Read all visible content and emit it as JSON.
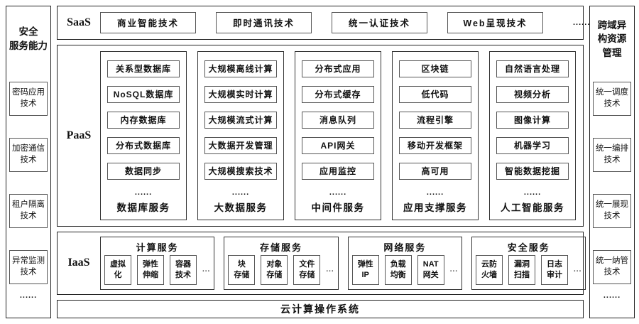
{
  "colors": {
    "frame_border": "#222222",
    "item_border": "#555555",
    "text": "#111111",
    "background": "#ffffff"
  },
  "left_sidebar": {
    "title": "安全\n服务能力",
    "items": [
      "密码应用\n技术",
      "加密通信\n技术",
      "租户隔离\n技术",
      "异常监测\n技术"
    ],
    "ellipsis": "......"
  },
  "right_sidebar": {
    "title": "跨域异\n构资源\n管理",
    "items": [
      "统一调度\n技术",
      "统一编排\n技术",
      "统一展现\n技术",
      "统一纳管\n技术"
    ],
    "ellipsis": "......"
  },
  "saas": {
    "label": "SaaS",
    "items": [
      "商业智能技术",
      "即时通讯技术",
      "统一认证技术",
      "Web呈现技术"
    ],
    "ellipsis": "......"
  },
  "paas": {
    "label": "PaaS",
    "columns": [
      {
        "title": "数据库服务",
        "items": [
          "关系型数据库",
          "NoSQL数据库",
          "内存数据库",
          "分布式数据库",
          "数据同步"
        ],
        "ellipsis": "......"
      },
      {
        "title": "大数据服务",
        "items": [
          "大规模离线计算",
          "大规模实时计算",
          "大规模流式计算",
          "大数据开发管理",
          "大规模搜索技术"
        ],
        "ellipsis": "......"
      },
      {
        "title": "中间件服务",
        "items": [
          "分布式应用",
          "分布式缓存",
          "消息队列",
          "API网关",
          "应用监控"
        ],
        "ellipsis": "......"
      },
      {
        "title": "应用支撑服务",
        "items": [
          "区块链",
          "低代码",
          "流程引擎",
          "移动开发框架",
          "高可用"
        ],
        "ellipsis": "......"
      },
      {
        "title": "人工智能服务",
        "items": [
          "自然语言处理",
          "视频分析",
          "图像计算",
          "机器学习",
          "智能数据挖掘"
        ],
        "ellipsis": "......"
      }
    ]
  },
  "iaas": {
    "label": "IaaS",
    "groups": [
      {
        "title": "计算服务",
        "items": [
          "虚拟\n化",
          "弹性\n伸缩",
          "容器\n技术"
        ],
        "ellipsis": "..."
      },
      {
        "title": "存储服务",
        "items": [
          "块\n存储",
          "对象\n存储",
          "文件\n存储"
        ],
        "ellipsis": "..."
      },
      {
        "title": "网络服务",
        "items": [
          "弹性\nIP",
          "负载\n均衡",
          "NAT\n网关"
        ],
        "ellipsis": "..."
      },
      {
        "title": "安全服务",
        "items": [
          "云防\n火墙",
          "漏洞\n扫描",
          "日志\n审计"
        ],
        "ellipsis": "..."
      }
    ]
  },
  "os_bar": {
    "title": "云计算操作系统"
  }
}
